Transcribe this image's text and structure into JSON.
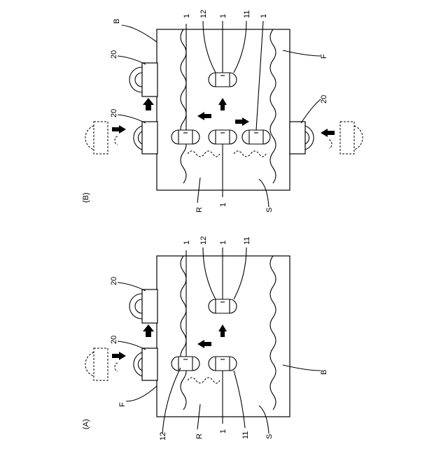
{
  "panels": {
    "a": {
      "title": "(A)",
      "labels": {
        "holder_top": "20",
        "holder_mid": "20",
        "film": "F",
        "gap": "12",
        "region": "R",
        "lead1": "1",
        "cap11": "11",
        "sheet": "S",
        "border_b": "B"
      },
      "top_labels": [
        "1",
        "12",
        "1",
        "11"
      ]
    },
    "b": {
      "title": "(B)",
      "labels": {
        "border_b": "B",
        "holder_top": "20",
        "holder_mid": "20",
        "film": "F",
        "holder_right": "20",
        "region": "R",
        "lead1": "1",
        "sheet": "S"
      },
      "top_labels": [
        "1",
        "12",
        "1",
        "11",
        "1"
      ]
    }
  },
  "icons": [
    "arrow-icon",
    "holder-icon",
    "capsule-icon"
  ]
}
